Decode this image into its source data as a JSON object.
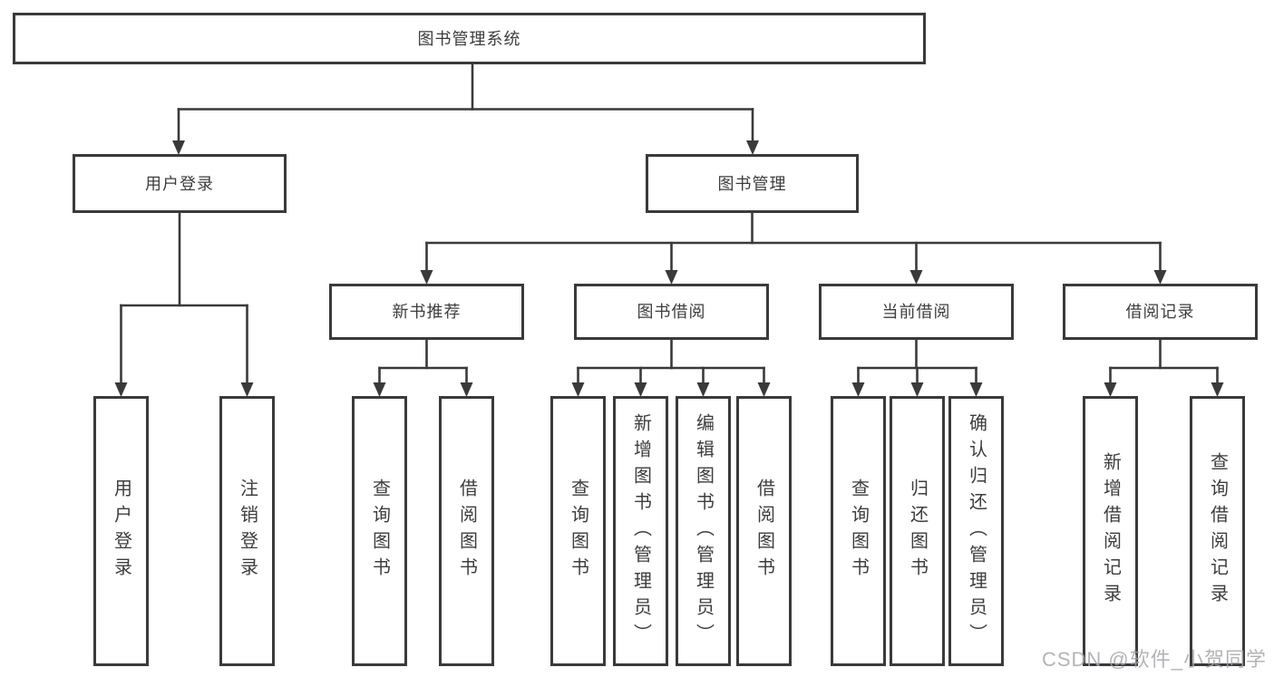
{
  "colors": {
    "line": "#3a3a3a",
    "box_border": "#3a3a3a",
    "text": "#3d3d3d",
    "background": "#ffffff",
    "watermark": "#a4a7ac"
  },
  "tree": {
    "root": {
      "label": "图书管理系统",
      "children": [
        {
          "label": "用户登录",
          "children": [
            {
              "label": "用户登录"
            },
            {
              "label": "注销登录"
            }
          ]
        },
        {
          "label": "图书管理",
          "children": [
            {
              "label": "新书推荐",
              "children": [
                {
                  "label": "查询图书"
                },
                {
                  "label": "借阅图书"
                }
              ]
            },
            {
              "label": "图书借阅",
              "children": [
                {
                  "label": "查询图书"
                },
                {
                  "label": "新增图书（管理员）"
                },
                {
                  "label": "编辑图书（管理员）"
                },
                {
                  "label": "借阅图书"
                }
              ]
            },
            {
              "label": "当前借阅",
              "children": [
                {
                  "label": "查询图书"
                },
                {
                  "label": "归还图书"
                },
                {
                  "label": "确认归还（管理员）"
                }
              ]
            },
            {
              "label": "借阅记录",
              "children": [
                {
                  "label": "新增借阅记录"
                },
                {
                  "label": "查询借阅记录"
                }
              ]
            }
          ]
        }
      ]
    }
  },
  "watermark": {
    "text": "CSDN @软件_小贺同学"
  }
}
